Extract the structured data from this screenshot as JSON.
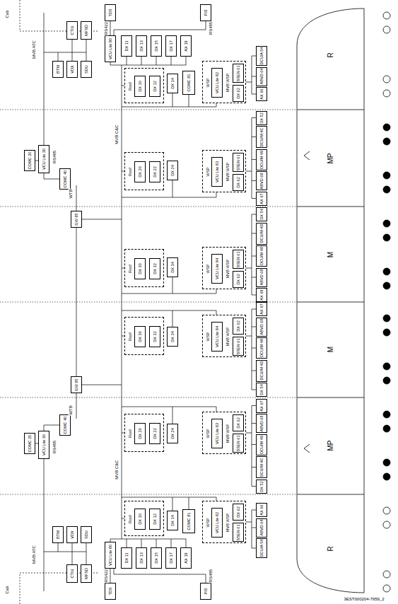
{
  "diagram": {
    "nodes": [
      {
        "text": [
          "CTIU"
        ]
      },
      {
        "text": [
          "MFSD"
        ]
      },
      {
        "text": [
          "BTM"
        ]
      },
      {
        "text": [
          "VDX"
        ]
      },
      {
        "text": [
          "SDU"
        ]
      },
      {
        "text": [
          "TDS"
        ]
      },
      {
        "text": [
          "PIS"
        ]
      },
      {
        "text": [
          "VCU Lite 80"
        ]
      },
      {
        "text": [
          "DX 11"
        ]
      },
      {
        "text": [
          "DX 13"
        ]
      },
      {
        "text": [
          "DX 15"
        ]
      },
      {
        "text": [
          "DX 17"
        ]
      },
      {
        "text": [
          "AX 19"
        ]
      },
      {
        "text": [
          "Roof"
        ]
      },
      {
        "text": [
          "DX 10"
        ],
        "in": 13
      },
      {
        "text": [
          "DX 12"
        ],
        "in": 13
      },
      {
        "text": [
          "DX 14"
        ]
      },
      {
        "text": [
          "COMC 81"
        ]
      },
      {
        "text": [
          "WSP",
          "MVB WSP"
        ]
      },
      {
        "text": [
          "VCU Lite 82"
        ],
        "in": 18
      },
      {
        "text": [
          "SSEN 61"
        ],
        "in": 18
      },
      {
        "text": [
          "DX 62"
        ],
        "in": 18
      },
      {
        "text": [
          "DCU/A 54"
        ]
      },
      {
        "text": [
          "ABVD 64"
        ]
      },
      {
        "text": [
          "AX 66"
        ]
      },
      {
        "text": [
          "COMC 20"
        ]
      },
      {
        "text": [
          "VCU Lite 30"
        ]
      },
      {
        "text": [
          "COMC 40"
        ]
      },
      {
        "text": [
          "Roof"
        ]
      },
      {
        "text": [
          "DX 20"
        ],
        "in": 28
      },
      {
        "text": [
          "DX 22"
        ],
        "in": 28
      },
      {
        "text": [
          "DX 24"
        ]
      },
      {
        "text": [
          "WSP",
          "MVB WSP"
        ]
      },
      {
        "text": [
          "VCU Lite 83"
        ],
        "in": 32
      },
      {
        "text": [
          "SSEN 61"
        ],
        "in": 32
      },
      {
        "text": [
          "DX 62"
        ],
        "in": 32
      },
      {
        "text": [
          "DX 52"
        ]
      },
      {
        "text": [
          "DCU/M 4C"
        ]
      },
      {
        "text": [
          "DCU/M 49"
        ]
      },
      {
        "text": [
          "ABVD 68"
        ]
      },
      {
        "text": [
          "AX 67"
        ]
      },
      {
        "text": [
          "GW 85"
        ]
      },
      {
        "text": [
          "Roof"
        ]
      },
      {
        "text": [
          "DX 30"
        ],
        "in": 42
      },
      {
        "text": [
          "DX 32"
        ],
        "in": 42
      },
      {
        "text": [
          "DX 34"
        ]
      },
      {
        "text": [
          "WSP",
          "MVB WSP"
        ]
      },
      {
        "text": [
          "VCU Lite 84"
        ],
        "in": 46
      },
      {
        "text": [
          "SSEN 61"
        ],
        "in": 46
      },
      {
        "text": [
          "DX 62"
        ],
        "in": 46
      },
      {
        "text": [
          "DX 54"
        ]
      },
      {
        "text": [
          "DCU/M 4D"
        ]
      },
      {
        "text": [
          "DCU/M 48"
        ]
      },
      {
        "text": [
          "ABVD 68"
        ]
      },
      {
        "text": [
          "AX 69"
        ]
      },
      {
        "text": [
          "GW 85"
        ]
      },
      {
        "text": [
          "Roof"
        ]
      },
      {
        "text": [
          "DX 30"
        ],
        "in": 56
      },
      {
        "text": [
          "DX 32"
        ],
        "in": 56
      },
      {
        "text": [
          "DX 34"
        ]
      },
      {
        "text": [
          "WSP",
          "MVB WSP"
        ]
      },
      {
        "text": [
          "VCU Lite 84"
        ],
        "in": 60
      },
      {
        "text": [
          "SSEN 61"
        ],
        "in": 60
      },
      {
        "text": [
          "DX 62"
        ],
        "in": 60
      },
      {
        "text": [
          "AX 67"
        ]
      },
      {
        "text": [
          "ABVD 68"
        ]
      },
      {
        "text": [
          "DCU/M 48"
        ]
      },
      {
        "text": [
          "DCU/M 4D"
        ]
      },
      {
        "text": [
          "DX 54"
        ]
      },
      {
        "text": [
          "COMC 40"
        ]
      },
      {
        "text": [
          "COMC 20"
        ]
      },
      {
        "text": [
          "VCU Lite 30"
        ]
      },
      {
        "text": [
          "Roof"
        ]
      },
      {
        "text": [
          "DX 20"
        ],
        "in": 72
      },
      {
        "text": [
          "DX 22"
        ],
        "in": 72
      },
      {
        "text": [
          "DX 24"
        ]
      },
      {
        "text": [
          "WSP",
          "MVB WSP"
        ]
      },
      {
        "text": [
          "VCU Lite 83"
        ],
        "in": 76
      },
      {
        "text": [
          "SSEN 61"
        ],
        "in": 76
      },
      {
        "text": [
          "DX 62"
        ],
        "in": 76
      },
      {
        "text": [
          "AX 67"
        ]
      },
      {
        "text": [
          "ABVD 68"
        ]
      },
      {
        "text": [
          "DCU/M 49"
        ]
      },
      {
        "text": [
          "DCU/M 4C"
        ]
      },
      {
        "text": [
          "DX 52"
        ]
      },
      {
        "text": [
          "Roof"
        ]
      },
      {
        "text": [
          "DX 10"
        ],
        "in": 85
      },
      {
        "text": [
          "DX 12"
        ],
        "in": 85
      },
      {
        "text": [
          "DX 14"
        ]
      },
      {
        "text": [
          "COMC 81"
        ]
      },
      {
        "text": [
          "WSP",
          "MVB WSP"
        ]
      },
      {
        "text": [
          "VCU Lite 82"
        ],
        "in": 90
      },
      {
        "text": [
          "SSEN 61"
        ],
        "in": 90
      },
      {
        "text": [
          "DX 62"
        ],
        "in": 90
      },
      {
        "text": [
          "AX 66"
        ]
      },
      {
        "text": [
          "ABVD 64"
        ]
      },
      {
        "text": [
          "DCU/A 54"
        ]
      },
      {
        "text": [
          "VCU Lite 80"
        ]
      },
      {
        "text": [
          "DX 11"
        ]
      },
      {
        "text": [
          "DX 13"
        ]
      },
      {
        "text": [
          "DX 15"
        ]
      },
      {
        "text": [
          "DX 17"
        ]
      },
      {
        "text": [
          "AX 19"
        ]
      },
      {
        "text": [
          "BTM"
        ]
      },
      {
        "text": [
          "VDX"
        ]
      },
      {
        "text": [
          "SDU"
        ]
      },
      {
        "text": [
          "CTIU"
        ]
      },
      {
        "text": [
          "MFSD"
        ]
      },
      {
        "text": [
          "TDS"
        ]
      },
      {
        "text": [
          "PIS"
        ]
      }
    ],
    "edges": [
      {
        "from": 5,
        "to": 7,
        "arrow": "none"
      },
      {
        "from": 6,
        "to": 7,
        "arrow": "none"
      },
      {
        "from": 25,
        "to": 26,
        "arrow": "none"
      },
      {
        "from": 26,
        "to": 27,
        "arrow": "none"
      },
      {
        "from": 41,
        "to": 55,
        "arrow": "none"
      },
      {
        "from": 70,
        "to": 71,
        "arrow": "none"
      },
      {
        "from": 71,
        "to": 69,
        "arrow": "none"
      },
      {
        "from": 108,
        "to": 97,
        "arrow": "none"
      },
      {
        "from": 109,
        "to": 97,
        "arrow": "none"
      }
    ],
    "labels": [
      "Cab",
      "MVB ATC",
      "RS422",
      "RS485",
      "R",
      "MVB C&C",
      "RS485",
      "MP",
      "WTB",
      "M",
      "M",
      "WTB",
      "MP",
      "RS485",
      "MVB C&C",
      "R",
      "RS422",
      "RS485",
      "MVB ATC",
      "Cab",
      "3EST000204-7959_2"
    ]
  }
}
